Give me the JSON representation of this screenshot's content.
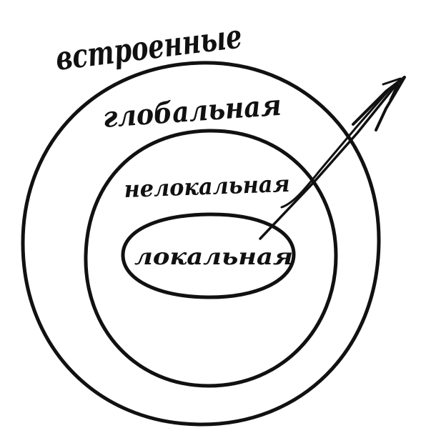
{
  "diagram": {
    "labels": {
      "builtin": "встроенные",
      "global": "глобальная",
      "nonlocal": "нелокальная",
      "local": "локальная"
    }
  }
}
